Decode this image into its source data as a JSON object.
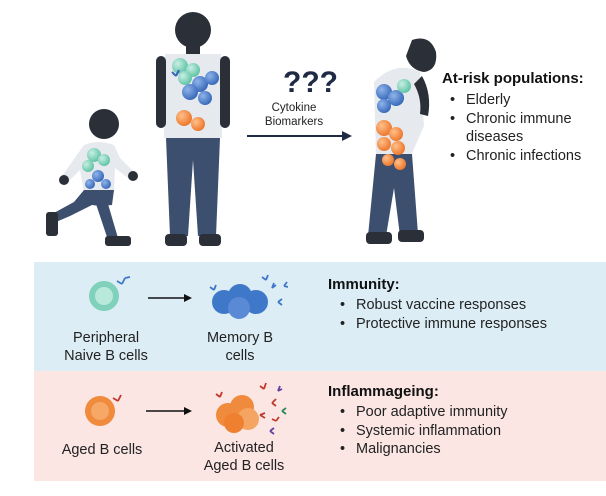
{
  "figure": {
    "question_marks": "???",
    "arrow_label_line1": "Cytokine",
    "arrow_label_line2": "Biomarkers",
    "at_risk_title": "At-risk populations:",
    "at_risk_items": [
      "Elderly",
      "Chronic immune diseases",
      "Chronic infections"
    ]
  },
  "immunity_panel": {
    "source_label_line1": "Peripheral",
    "source_label_line2": "Naive B cells",
    "target_label_line1": "Memory B",
    "target_label_line2": "cells",
    "heading": "Immunity:",
    "items": [
      "Robust vaccine responses",
      "Protective immune responses"
    ]
  },
  "inflammaging_panel": {
    "source_label": "Aged B cells",
    "target_label_line1": "Activated",
    "target_label_line2": "Aged B cells",
    "heading": "Inflammageing:",
    "items": [
      "Poor adaptive immunity",
      "Systemic inflammation",
      "Malignancies"
    ]
  },
  "colors": {
    "naive_cell": "#7fd1bb",
    "memory_cell": "#3f78c8",
    "aged_cell": "#f08a3c",
    "silhouette": "#2a2f38",
    "jeans": "#3d4f6e",
    "shirt": "#e6e9ee",
    "immunity_bg": "#dcedf6",
    "inflammaging_bg": "#fbe6e4"
  }
}
